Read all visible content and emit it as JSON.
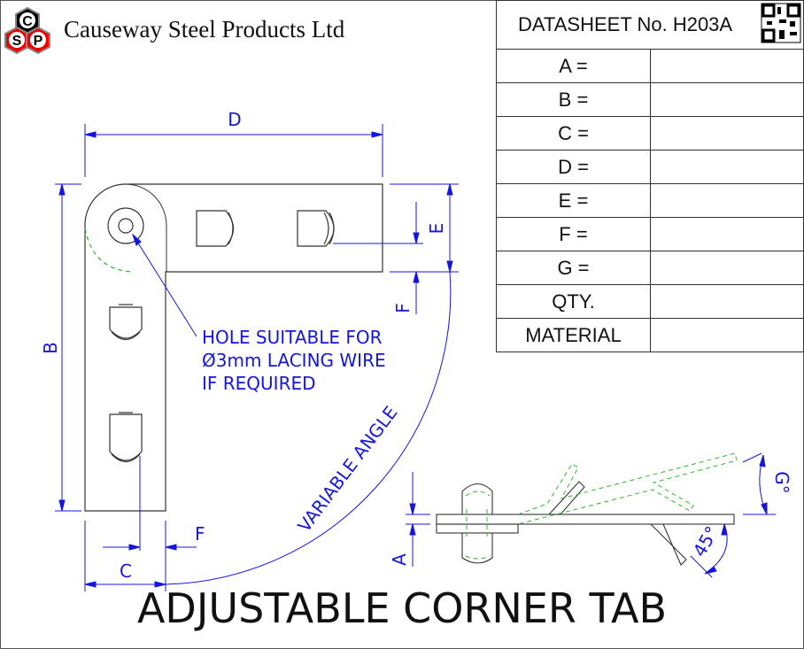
{
  "header": {
    "company": "Causeway Steel Products Ltd",
    "logo_letters": [
      "C",
      "S",
      "P"
    ]
  },
  "datasheet": {
    "title": "DATASHEET No. H203A",
    "rows": [
      {
        "label": "A =",
        "value": ""
      },
      {
        "label": "B =",
        "value": ""
      },
      {
        "label": "C =",
        "value": ""
      },
      {
        "label": "D =",
        "value": ""
      },
      {
        "label": "E =",
        "value": ""
      },
      {
        "label": "F =",
        "value": ""
      },
      {
        "label": "G =",
        "value": ""
      },
      {
        "label": "QTY.",
        "value": ""
      },
      {
        "label": "MATERIAL",
        "value": ""
      }
    ]
  },
  "drawing": {
    "dims": {
      "D": "D",
      "B": "B",
      "E": "E",
      "F": "F",
      "C": "C",
      "F2": "F",
      "A": "A",
      "G": "G°",
      "angle45": "45°"
    },
    "note": [
      "HOLE SUITABLE FOR",
      "Ø3mm LACING WIRE",
      "IF REQUIRED"
    ],
    "variable_angle": "VARIABLE ANGLE",
    "colors": {
      "dimension": "#1515e0",
      "hidden": "#2db82d",
      "outline": "#333333"
    }
  },
  "title": "ADJUSTABLE CORNER TAB"
}
